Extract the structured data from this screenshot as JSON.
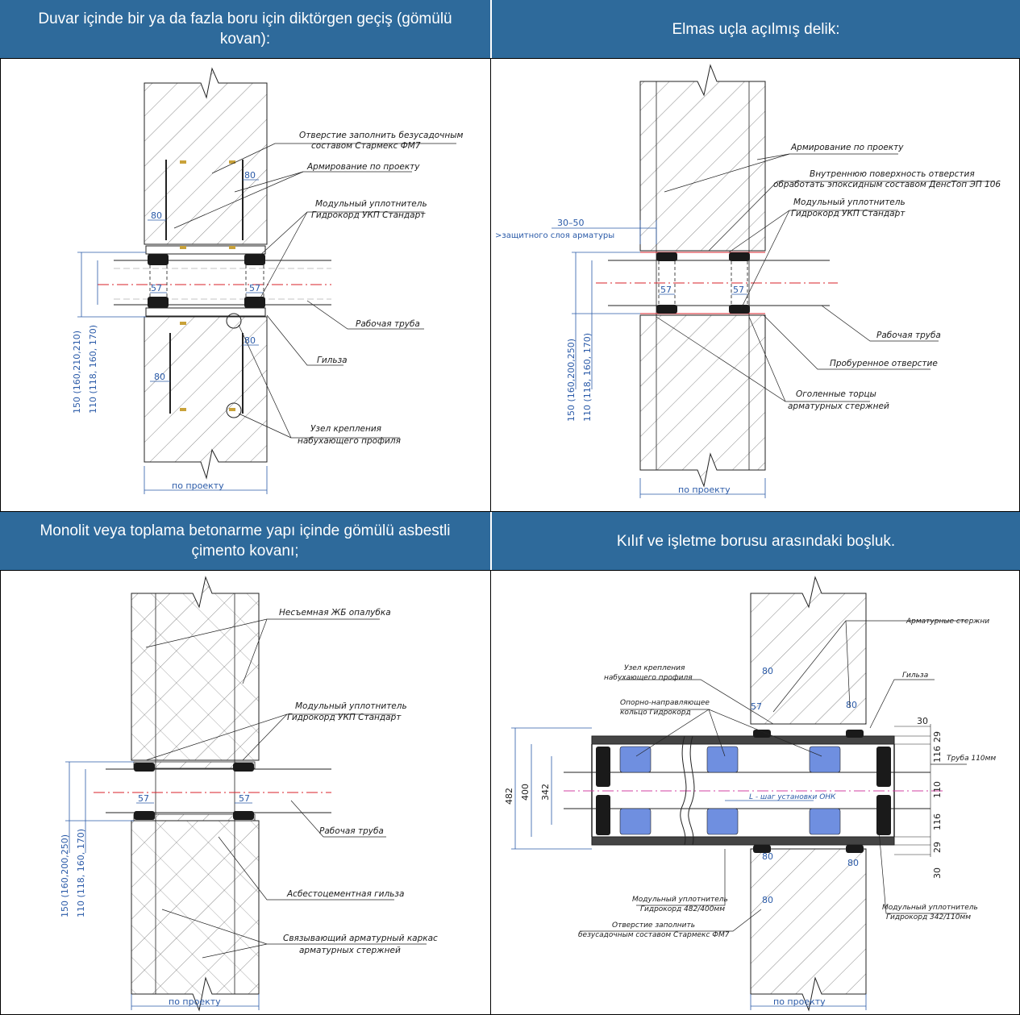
{
  "panels": [
    {
      "title": "Duvar içinde bir ya da fazla boru için diktörgen geçiş (gömülü kovan):",
      "labels": {
        "fill_hole": "Отверстие заполнить безусадочным",
        "fill_hole2": "составом Стармекс ФМ7",
        "reinforcement": "Армирование по проекту",
        "seal": "Модульный уплотнитель",
        "seal2": "Гидрокорд УКП Стандарт",
        "pipe": "Рабочая труба",
        "sleeve": "Гильза",
        "node": "Узел крепления",
        "node2": "набухающего профиля",
        "by_project": "по проекту",
        "dim_80a": "80",
        "dim_80b": "80",
        "dim_80c": "80",
        "dim_80d": "80",
        "dim_57a": "57",
        "dim_57b": "57",
        "dim_outer": "150 (160,210,210)",
        "dim_inner": "110 (118, 160, 170)"
      }
    },
    {
      "title": "Elmas uçla açılmış delik:",
      "labels": {
        "reinforcement": "Армирование по проекту",
        "inner_surface": "Внутреннюю поверхность отверстия",
        "inner_surface2": "обработать эпоксидным составом ДенсТоп ЭП 106",
        "seal": "Модульный уплотнитель",
        "seal2": "Гидрокорд УКП Стандарт",
        "dim_30_50": "30–50",
        "cover": ">защитного слоя арматуры",
        "pipe": "Рабочая труба",
        "drilled": "Пробуренное отверстие",
        "bare_ends": "Оголенные торцы",
        "bare_ends2": "арматурных стержней",
        "by_project": "по проекту",
        "dim_57a": "57",
        "dim_57b": "57",
        "dim_outer": "150 (160,200,250)",
        "dim_inner": "110 (118, 160, 170)"
      }
    },
    {
      "title": "Monolit veya toplama betonarme yapı içinde gömülü asbestli çimento kovanı;",
      "labels": {
        "formwork": "Несъемная ЖБ опалубка",
        "seal": "Модульный уплотнитель",
        "seal2": "Гидрокорд УКП Стандарт",
        "pipe": "Рабочая труба",
        "asbestos": "Асбестоцементная гильза",
        "cage": "Связывающий арматурный каркас",
        "cage2": "арматурных стержней",
        "by_project": "по проекту",
        "dim_57a": "57",
        "dim_57b": "57",
        "dim_outer": "150 (160,200,250)",
        "dim_inner": "110 (118, 160, 170)"
      }
    },
    {
      "title": "Kılıf ve işletme borusu arasındaki boşluk.",
      "labels": {
        "rebars": "Арматурные стержни",
        "node": "Узел крепления",
        "node2": "набухающего профиля",
        "sleeve": "Гильза",
        "ring": "Опорно-направляющее",
        "ring2": "кольцо Гидрокорд",
        "pipe110": "Труба 110мм",
        "seal_big": "Модульный уплотнитель",
        "seal_big2": "Гидрокорд 482/400мм",
        "seal_small": "Модульный уплотнитель",
        "seal_small2": "Гидрокорд 342/110мм",
        "fill_hole": "Отверстие заполнить",
        "fill_hole2": "безусадочным составом Стармекс ФМ7",
        "step": "L - шаг установки ОНК",
        "by_project": "по проекту",
        "dim_482": "482",
        "dim_400": "400",
        "dim_342": "342",
        "dim_30a": "30",
        "dim_29a": "29",
        "dim_116a": "116",
        "dim_110": "110",
        "dim_116b": "116",
        "dim_29b": "29",
        "dim_30b": "30",
        "dim_80a": "80",
        "dim_80b": "80",
        "dim_80c": "80",
        "dim_80d": "80",
        "dim_80e": "80",
        "dim_57": "57"
      }
    }
  ],
  "colors": {
    "header_bg": "#2e6a9b",
    "header_text": "#ffffff",
    "dimension": "#2a5aa8",
    "axis": "#d8202a",
    "seal_block": "#1a1a1a",
    "ring_fill": "#6f8fe0"
  }
}
